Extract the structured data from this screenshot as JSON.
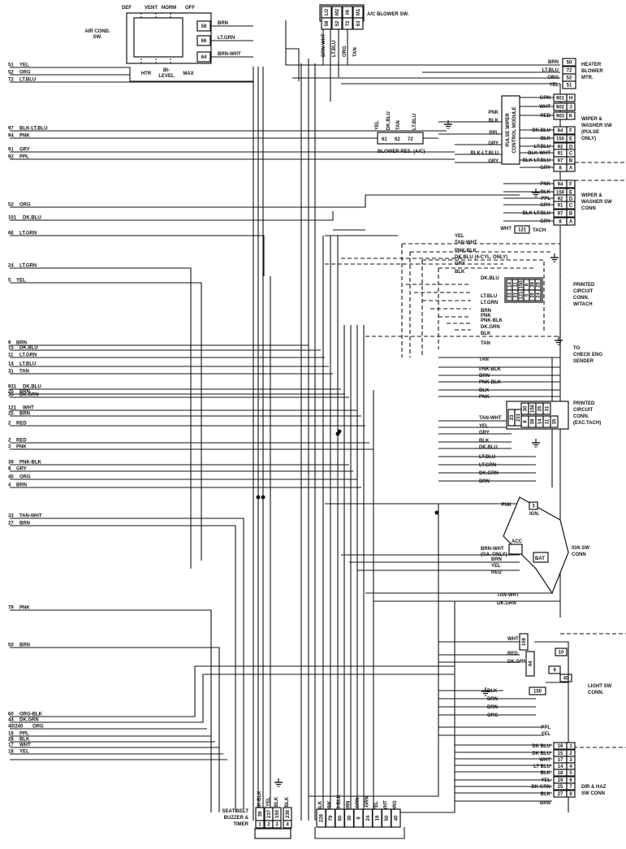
{
  "left_wires": [
    {
      "num": "51",
      "color": "YEL"
    },
    {
      "num": "52",
      "color": "ORG"
    },
    {
      "num": "72",
      "color": "LT.BLU"
    },
    {
      "num": "97",
      "color": "BLK-LT.BLU"
    },
    {
      "num": "94",
      "color": "PNK"
    },
    {
      "num": "91",
      "color": "GRY"
    },
    {
      "num": "92",
      "color": "PPL"
    },
    {
      "num": "52",
      "color": "ORG"
    },
    {
      "num": "101",
      "color": "DK.BLU"
    },
    {
      "num": "66",
      "color": "LT.GRN"
    },
    {
      "num": "24",
      "color": "LT.GRN"
    },
    {
      "num": "5",
      "color": "YEL"
    },
    {
      "num": "9",
      "color": "BRN"
    },
    {
      "num": "15",
      "color": "DK.BLU"
    },
    {
      "num": "11",
      "color": "LT.GRN"
    },
    {
      "num": "14",
      "color": "LT.BLU"
    },
    {
      "num": "31",
      "color": "TAN"
    },
    {
      "num": "931",
      "color": "DK.BLU"
    },
    {
      "num": "25",
      "color": "BRN"
    },
    {
      "num": "35",
      "color": "DK.GRN"
    },
    {
      "num": "121",
      "color": "WHT"
    },
    {
      "num": "25",
      "color": "BRN"
    },
    {
      "num": "2",
      "color": "RED"
    },
    {
      "num": "2",
      "color": "RED"
    },
    {
      "num": "3",
      "color": "PNK"
    },
    {
      "num": "39",
      "color": "PNK-BLK"
    },
    {
      "num": "8",
      "color": "GRY"
    },
    {
      "num": "40",
      "color": "ORG"
    },
    {
      "num": "4",
      "color": "BRN"
    },
    {
      "num": "33",
      "color": "TAN-WHT"
    },
    {
      "num": "27",
      "color": "BRN"
    },
    {
      "num": "79",
      "color": "PNK"
    },
    {
      "num": "50",
      "color": "BRN"
    },
    {
      "num": "60",
      "color": "ORG-BLK"
    },
    {
      "num": "44",
      "color": "DK.GRN"
    },
    {
      "num": "40/240",
      "color": "ORG"
    },
    {
      "num": "16",
      "color": "PPL"
    },
    {
      "num": "28",
      "color": "BLK"
    },
    {
      "num": "17",
      "color": "WHT"
    },
    {
      "num": "18",
      "color": "YEL"
    }
  ],
  "air_cond_switch": {
    "title_l1": "AIR COND.",
    "title_l2": "SW.",
    "top_modes": [
      "DEF",
      "VENT",
      "NORM",
      "OFF"
    ],
    "bottom_modes": [
      "HTR",
      "BI-",
      "LEVEL",
      "MAX"
    ],
    "terminals": [
      {
        "num": "58",
        "color": "BRN"
      },
      {
        "num": "66",
        "color": "LT.GRN"
      },
      {
        "num": "64",
        "color": "BRN-WHT"
      }
    ]
  },
  "ac_blower_switch": {
    "title": "A/C BLOWER SW.",
    "terminals": [
      "LO",
      "M2",
      "HI",
      "M1"
    ],
    "pins": [
      "58",
      "52",
      "72",
      "63"
    ],
    "wire_colors": [
      "BRN-WHT",
      "LT.BLU",
      "ORG",
      "TAN"
    ]
  },
  "heater_blower": {
    "title_l1": "HEATER",
    "title_l2": "BLOWER",
    "title_l3": "MTR.",
    "rows": [
      {
        "color": "BRN",
        "pin": "50"
      },
      {
        "color": "LT.BLU",
        "pin": "72"
      },
      {
        "color": "ORG",
        "pin": "52"
      },
      {
        "color": "YEL",
        "pin": "51"
      }
    ]
  },
  "blower_res": {
    "title": "BLOWER RES. (A/C)",
    "pins": [
      "61",
      "62",
      "72"
    ],
    "wire_colors": [
      "YEL",
      "DK.BLU",
      "TAN",
      "LT.BLU"
    ]
  },
  "pulse_module": {
    "title_l1": "PULSE WIPER",
    "title_l2": "CONTROL MODULE",
    "inputs": [
      "PNK",
      "BLK",
      "PPL",
      "GRY",
      "BLK-LT.BLU",
      "GRY"
    ]
  },
  "wiper_pulse": {
    "title_l1": "WIPER &",
    "title_l2": "WASHER SW",
    "title_l3": "(PULSE",
    "title_l4": "ONLY)",
    "rows": [
      {
        "color": "GRN",
        "pin": "901",
        "letter": "H"
      },
      {
        "color": "WHT",
        "pin": "902",
        "letter": "J"
      },
      {
        "color": "RED",
        "pin": "903",
        "letter": "K"
      },
      {
        "color": "DK.BLU",
        "pin": "94",
        "letter": "F"
      },
      {
        "color": "BLK",
        "pin": "150",
        "letter": "E"
      },
      {
        "color": "LT.BLU",
        "pin": "92",
        "letter": "D"
      },
      {
        "color": "BLK-WHT",
        "pin": "91",
        "letter": "C"
      },
      {
        "color": "BLK-LT.BLU",
        "pin": "97",
        "letter": "B"
      },
      {
        "color": "GRY",
        "pin": "8",
        "letter": "A"
      }
    ]
  },
  "wiper_conn": {
    "title_l1": "WIPER &",
    "title_l2": "WASHER SW",
    "title_l3": "CONN",
    "rows": [
      {
        "color": "PNK",
        "pin": "94",
        "letter": "F"
      },
      {
        "color": "BLK",
        "pin": "150",
        "letter": "E"
      },
      {
        "color": "PPL",
        "pin": "92",
        "letter": "D"
      },
      {
        "color": "GRY",
        "pin": "91",
        "letter": "C"
      },
      {
        "color": "BLK-LT.BLU",
        "pin": "97",
        "letter": "B"
      },
      {
        "color": "GRY",
        "pin": "8",
        "letter": "A"
      }
    ]
  },
  "tach": {
    "color": "WHT",
    "pin": "121",
    "label": "TACH"
  },
  "pcc_tach": {
    "title_l1": "PRINTED",
    "title_l2": "CIRCUIT",
    "title_l3": "CONN.",
    "title_l4": "W/TACH",
    "wires": [
      "YEL",
      "TAN-WHT",
      "PNK-BLK",
      "DK.BLU (4-CYL. ONLY)",
      "GRY",
      "BLK",
      "DK.BLU",
      "LT.BLU",
      "LT.GRN",
      "BRN",
      "PNK",
      "PNK-BLK",
      "DK.GRN",
      "BLK",
      "TAN"
    ],
    "pins": [
      "14",
      "11",
      "150",
      "8",
      "39",
      "25",
      "33",
      "31",
      "121",
      "5",
      "35",
      "24"
    ]
  },
  "check_eng": {
    "title_l1": "TO",
    "title_l2": "CHECK ENG",
    "title_l3": "SENDER"
  },
  "pcc_exc": {
    "title_l1": "PRINTED",
    "title_l2": "CIRCUIT",
    "title_l3": "CONN.",
    "title_l4": "(EXC.TACH)",
    "wires": [
      "TAN",
      "PNK-BLK",
      "BRN",
      "PNK-BLK",
      "BLK",
      "PNK",
      "TAN-WHT",
      "YEL",
      "GRY",
      "BLK",
      "DK.BLU",
      "LT.BLU",
      "LT.GRN",
      "DK.GRN",
      "BRN"
    ],
    "pins_top": [
      "30",
      "150",
      "25",
      "31"
    ],
    "pins_bot": [
      "8",
      "39",
      "14",
      "11",
      "35"
    ],
    "pins_left": [
      "33",
      "231"
    ]
  },
  "ign": {
    "title_l1": "IGN SW",
    "title_l2": "CONN",
    "pnk": "PNK",
    "ign_pin": "3",
    "ign_label": "IGN.",
    "brn_wht": "BRN-WHT",
    "ga_only": "(GA. ONLY)",
    "wires": [
      "BRN",
      "YEL",
      "RED"
    ],
    "acc": "ACC",
    "bat": "BAT",
    "bottom": [
      "TAN-WHT",
      "DK.GRN"
    ]
  },
  "light_sw": {
    "title_l1": "LIGHT SW",
    "title_l2": "CONN.",
    "wires": [
      "WHT",
      "RED",
      "DK.GRN",
      "BLK",
      "BRN",
      "BRN",
      "ORG"
    ],
    "pins": [
      "156",
      "44",
      "10",
      "9",
      "40",
      "150"
    ]
  },
  "dir_haz": {
    "title_l1": "DIR & HAZ",
    "title_l2": "SW CONN",
    "rows": [
      {
        "color": "PPL",
        "pin": "",
        "n": ""
      },
      {
        "color": "YEL",
        "pin": "",
        "n": ""
      },
      {
        "color": "DK BLU",
        "pin": "16",
        "n": "1"
      },
      {
        "color": "DK BLU",
        "pin": "15",
        "n": "2"
      },
      {
        "color": "WHT",
        "pin": "17",
        "n": "3"
      },
      {
        "color": "LT BLU",
        "pin": "14",
        "n": "4"
      },
      {
        "color": "BLK",
        "pin": "18",
        "n": "5"
      },
      {
        "color": "YEL",
        "pin": "19",
        "n": "6"
      },
      {
        "color": "DK GRN",
        "pin": "25",
        "n": "7"
      },
      {
        "color": "BLK",
        "pin": "27",
        "n": "8"
      },
      {
        "color": "BRN",
        "pin": "",
        "n": ""
      }
    ]
  },
  "seat_belt": {
    "title_l1": "SEAT BELT",
    "title_l2": "BUZZER &",
    "title_l3": "TIMER",
    "wires": [
      "PNK-BLK",
      "YEL",
      "BLK",
      "BLK"
    ],
    "pins": [
      "39",
      "237",
      "150",
      "238"
    ],
    "nums": [
      "1",
      "2",
      "3",
      "4"
    ]
  },
  "bottom_conn": {
    "wires": [
      "BLK",
      "PNK",
      "ORG-BLK",
      "BRN",
      "LT.GRN",
      "DK.GRN",
      "YEL",
      "WHT",
      "ORG"
    ],
    "pins": [
      "228",
      "79",
      "60",
      "30",
      "9",
      "24",
      "19",
      "50",
      "40"
    ]
  }
}
